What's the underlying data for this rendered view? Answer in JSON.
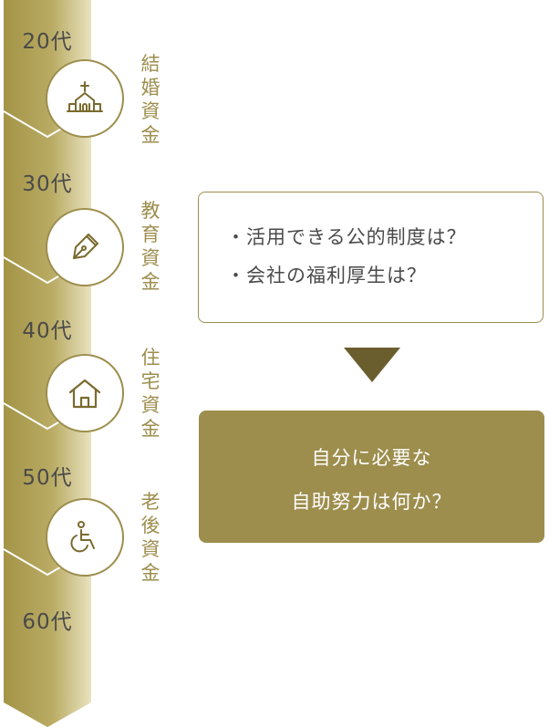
{
  "timeline": {
    "ages": [
      "20代",
      "30代",
      "40代",
      "50代",
      "60代"
    ],
    "stages": [
      {
        "label": "結婚資金",
        "icon": "church-icon"
      },
      {
        "label": "教育資金",
        "icon": "fountain-pen-icon"
      },
      {
        "label": "住宅資金",
        "icon": "house-icon"
      },
      {
        "label": "老後資金",
        "icon": "wheelchair-icon"
      }
    ],
    "colors": {
      "gold_dark": "#a39447",
      "gold_light": "#e9e2bf",
      "accent": "#9d8e4d"
    }
  },
  "questions": [
    "活用できる公的制度は？",
    "会社の福利厚生は？"
  ],
  "answer": {
    "line1": "自分に必要な",
    "line2": "自助努力は何か？"
  },
  "colors": {
    "arrow": "#6b5e2e",
    "answer_bg": "#9d8e4d"
  }
}
